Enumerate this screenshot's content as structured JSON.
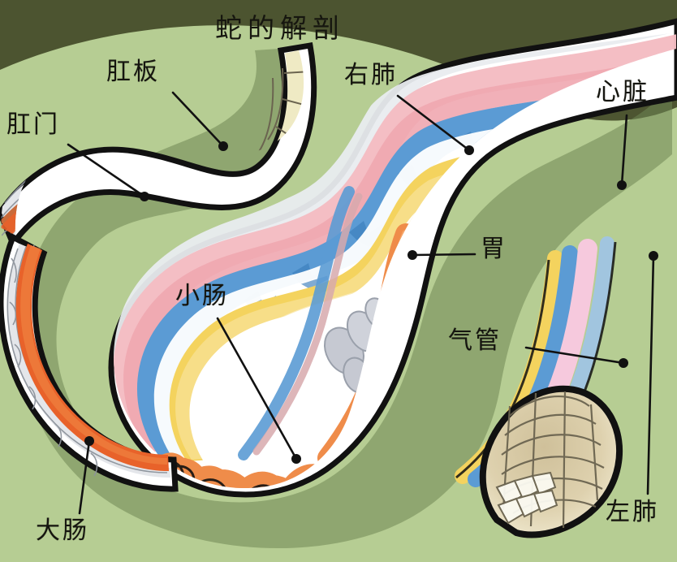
{
  "figure": {
    "title": "蛇的解剖",
    "background_top_color": "#4d5531",
    "background_main_color": "#b6cd93",
    "outline_color": "#111111"
  },
  "labels": [
    {
      "id": "anal-plate",
      "text": "肛板",
      "leader_from": [
        213,
        114
      ],
      "leader_to": [
        275,
        180
      ]
    },
    {
      "id": "anus",
      "text": "肛门",
      "leader_from": [
        84,
        178
      ],
      "leader_to": [
        178,
        242
      ]
    },
    {
      "id": "right-lung",
      "text": "右肺",
      "leader_from": [
        490,
        118
      ],
      "leader_to": [
        578,
        185
      ]
    },
    {
      "id": "heart",
      "text": "心脏",
      "leader_from": [
        772,
        142
      ],
      "leader_to": [
        766,
        228
      ]
    },
    {
      "id": "small-intestine",
      "text": "小肠",
      "leader_from": [
        268,
        392
      ],
      "leader_to": [
        365,
        565
      ]
    },
    {
      "id": "stomach",
      "text": "胃",
      "leader_from": [
        585,
        313
      ],
      "leader_to": [
        508,
        314
      ]
    },
    {
      "id": "trachea",
      "text": "气管",
      "leader_from": [
        648,
        428
      ],
      "leader_to": [
        768,
        447
      ]
    },
    {
      "id": "large-intestine",
      "text": "大肠",
      "leader_from": [
        98,
        632
      ],
      "leader_to": [
        110,
        543
      ]
    },
    {
      "id": "left-lung",
      "text": "左肺",
      "leader_from": [
        798,
        608
      ],
      "leader_to": [
        805,
        315
      ]
    }
  ],
  "organs": [
    {
      "id": "trachea-stripe",
      "name": "气管",
      "color": "#f6c9dd"
    },
    {
      "id": "right-lung-band",
      "name": "右肺",
      "color": "#f2b7bc"
    },
    {
      "id": "left-lung-band",
      "name": "左肺",
      "color": "#5b9bd4"
    },
    {
      "id": "stomach-band",
      "name": "胃",
      "color": "#f4d35e"
    },
    {
      "id": "heart-shape",
      "name": "心脏",
      "color": "#e8342a"
    },
    {
      "id": "small-intestine",
      "name": "小肠",
      "color": "#ef8c4a"
    },
    {
      "id": "large-intestine",
      "name": "大肠",
      "color": "#e8622a"
    },
    {
      "id": "liver-lobes",
      "name": "肝",
      "color": "#c6c9d2"
    },
    {
      "id": "anal-plate",
      "name": "肛板",
      "color": "#efeac4"
    },
    {
      "id": "head-scales",
      "name": "头鳞",
      "color": "#ebe3c0"
    }
  ]
}
